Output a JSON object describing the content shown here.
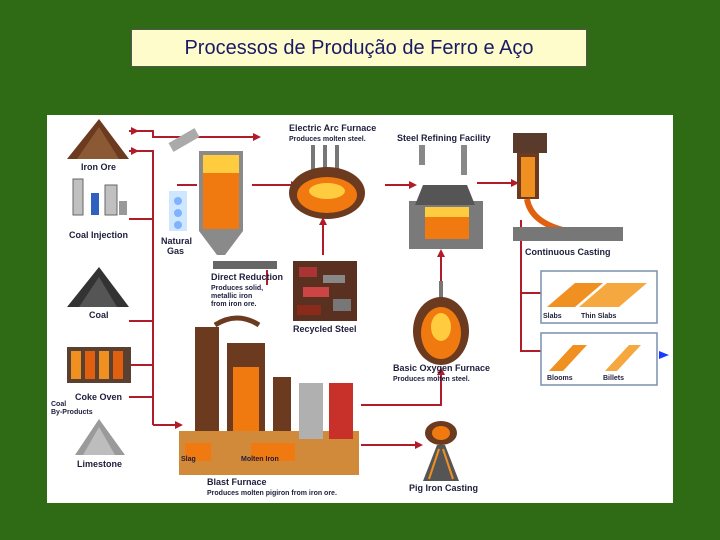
{
  "title": "Processos de Produção de Ferro e Aço",
  "colors": {
    "background": "#2e6b14",
    "title_bg": "#fffccc",
    "title_text": "#1a1a66",
    "flow_line": "#b01c2a",
    "furnace_hot": "#f07a10",
    "steel_brown": "#6b3a1f",
    "vessel_grey": "#8a8a8a",
    "product_orange": "#f09020",
    "blue_arrow": "#1a3aff"
  },
  "labels": {
    "iron_ore": "Iron Ore",
    "coal_injection": "Coal Injection",
    "coal": "Coal",
    "coke_oven": "Coke Oven",
    "coal_byproducts_1": "Coal",
    "coal_byproducts_2": "By-Products",
    "limestone": "Limestone",
    "natural_gas_1": "Natural",
    "natural_gas_2": "Gas",
    "direct_reduction": "Direct Reduction",
    "direct_reduction_desc_1": "Produces solid,",
    "direct_reduction_desc_2": "metallic iron",
    "direct_reduction_desc_3": "from iron ore.",
    "recycled_steel": "Recycled Steel",
    "electric_arc_furnace": "Electric Arc Furnace",
    "electric_arc_furnace_desc": "Produces molten steel.",
    "steel_refining_facility": "Steel Refining Facility",
    "continuous_casting": "Continuous Casting",
    "slabs": "Slabs",
    "thin_slabs": "Thin Slabs",
    "blooms": "Blooms",
    "billets": "Billets",
    "basic_oxygen_furnace": "Basic Oxygen Furnace",
    "basic_oxygen_furnace_desc": "Produces molten steel.",
    "slag": "Slag",
    "molten_iron": "Molten Iron",
    "blast_furnace": "Blast Furnace",
    "blast_furnace_desc": "Produces molten pigiron from iron ore.",
    "pig_iron_casting": "Pig Iron Casting"
  }
}
